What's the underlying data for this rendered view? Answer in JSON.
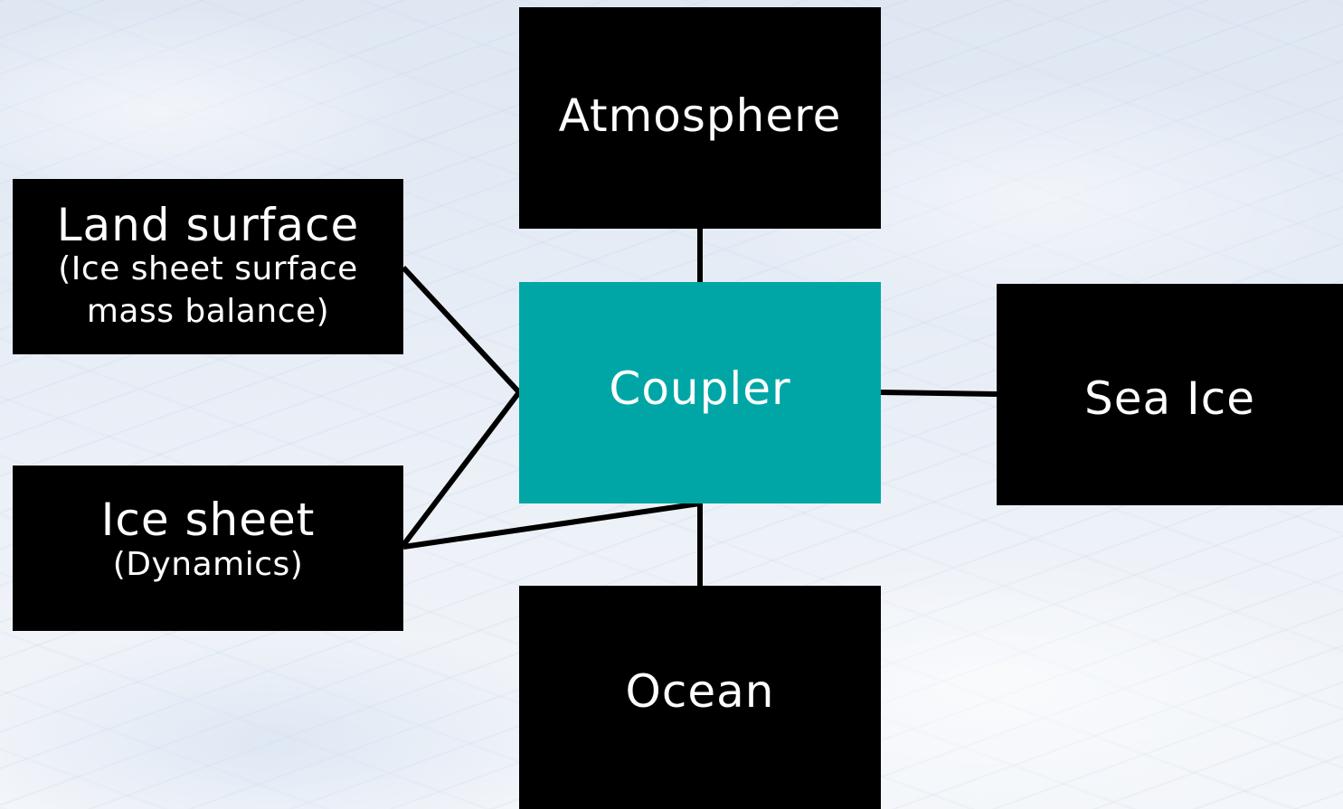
{
  "nodes": {
    "atmosphere": {
      "label": "Atmosphere"
    },
    "coupler": {
      "label": "Coupler"
    },
    "ocean": {
      "label": "Ocean"
    },
    "sea_ice": {
      "label": "Sea Ice"
    },
    "land_surface": {
      "label": "Land surface",
      "sub_line1": "(Ice sheet surface",
      "sub_line2": "mass balance)"
    },
    "ice_sheet": {
      "label": "Ice sheet",
      "sub": "(Dynamics)"
    }
  },
  "edges": [
    {
      "from": "atmosphere",
      "to": "coupler"
    },
    {
      "from": "coupler",
      "to": "ocean"
    },
    {
      "from": "coupler",
      "to": "sea_ice"
    },
    {
      "from": "land_surface",
      "to": "coupler"
    },
    {
      "from": "ice_sheet",
      "to": "coupler"
    },
    {
      "from": "ice_sheet",
      "to": "coupler"
    }
  ],
  "colors": {
    "box_fill": "#000000",
    "coupler_fill": "#00a6a6",
    "text": "#ffffff",
    "connector": "#000000"
  }
}
